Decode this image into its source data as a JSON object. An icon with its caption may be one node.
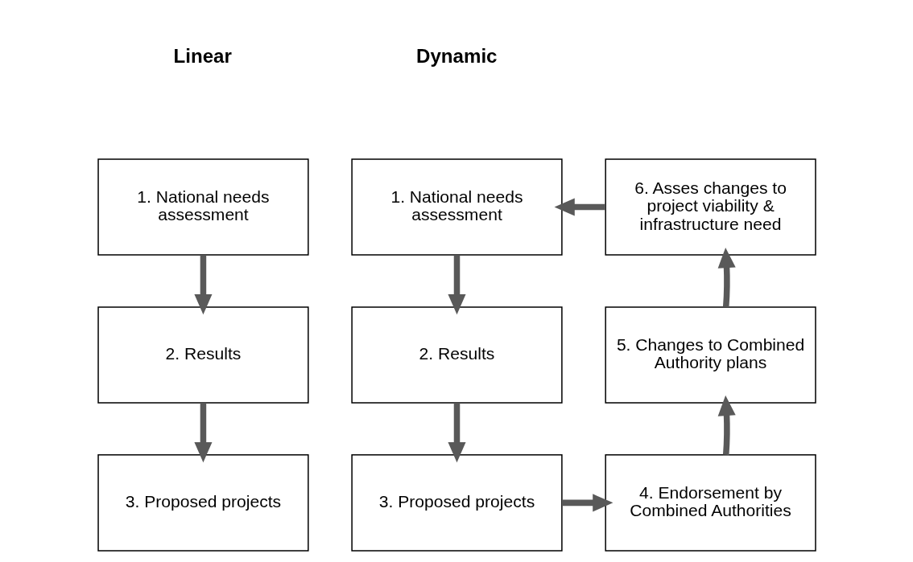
{
  "diagram": {
    "nodes": [
      {
        "text": [
          "1. National needs assessment"
        ]
      },
      {
        "text": [
          "2. Results"
        ]
      },
      {
        "text": [
          "3. Proposed projects"
        ]
      },
      {
        "text": [
          "1. National needs assessment"
        ]
      },
      {
        "text": [
          "2. Results"
        ]
      },
      {
        "text": [
          "3. Proposed projects"
        ]
      },
      {
        "text": [
          "4. Endorsement by Combined Authorities"
        ]
      },
      {
        "text": [
          "5. Changes to Combined Authority plans"
        ]
      },
      {
        "text": [
          "6. Asses changes to project viability & infrastructure need"
        ]
      }
    ],
    "edges": [
      {
        "from": 0,
        "to": 1,
        "arrow": "to"
      },
      {
        "from": 1,
        "to": 2,
        "arrow": "to"
      },
      {
        "from": 3,
        "to": 4,
        "arrow": "to"
      },
      {
        "from": 4,
        "to": 5,
        "arrow": "to"
      },
      {
        "from": 5,
        "to": 6,
        "arrow": "to"
      },
      {
        "from": 6,
        "to": 7,
        "arrow": "to"
      },
      {
        "from": 7,
        "to": 8,
        "arrow": "to"
      },
      {
        "from": 8,
        "to": 3,
        "arrow": "to"
      }
    ],
    "labels": [
      "Linear",
      "Dynamic"
    ]
  }
}
